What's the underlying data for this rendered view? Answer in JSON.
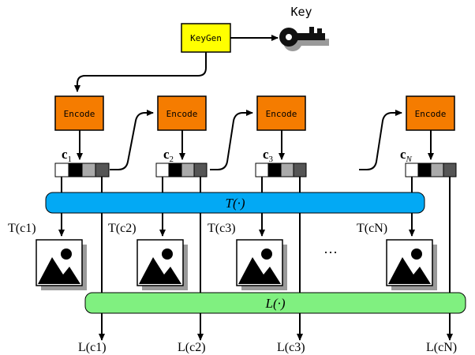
{
  "key_label": "Key",
  "keygen_label": "KeyGen",
  "encode_label": "Encode",
  "colors": {
    "keygen_fill": "#ffff00",
    "encode_fill": "#f57c00",
    "t_bar_fill": "#03a9f4",
    "l_bar_fill": "#80f080",
    "key_icon": "#111111"
  },
  "icons": {
    "key": "key-icon",
    "image": "image-icon"
  },
  "codes": [
    {
      "base": "c",
      "sub": "1"
    },
    {
      "base": "c",
      "sub": "2"
    },
    {
      "base": "c",
      "sub": "3"
    },
    {
      "base": "c",
      "sub": "N"
    }
  ],
  "transform": {
    "label": "T(·)",
    "outputs": [
      "T(c1)",
      "T(c2)",
      "T(c3)",
      "T(cN)"
    ]
  },
  "lossfn": {
    "label": "L(·)",
    "outputs": [
      "L(c1)",
      "L(c2)",
      "L(c3)",
      "L(cN)"
    ]
  },
  "ellipsis": "···"
}
